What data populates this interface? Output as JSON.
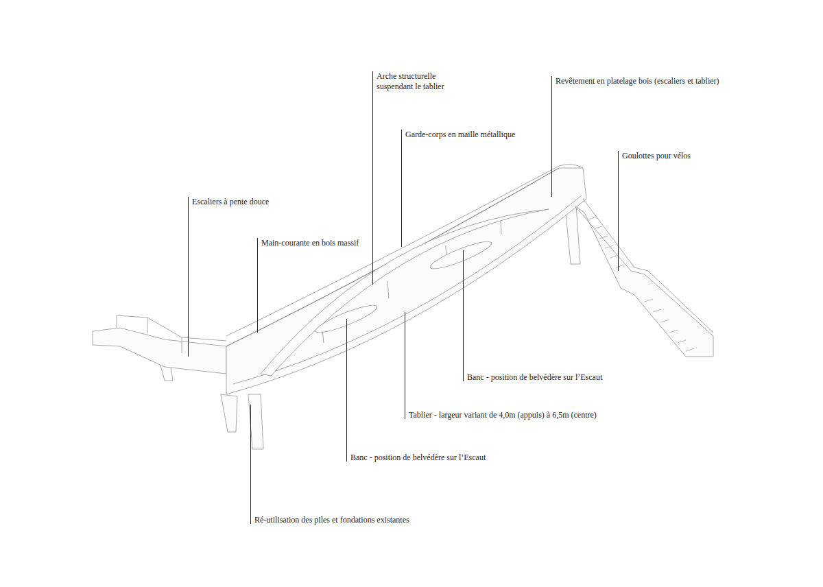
{
  "diagram": {
    "labels": [
      "Arche structurelle suspendant le tablier",
      "Revêtement en platelage bois (escaliers et tablier)",
      "Garde-corps en maille métallique",
      "Goulottes pour vélos",
      "Escaliers à pente douce",
      "Main-courante en bois massif",
      "Banc - position de belvédère sur l’Escaut",
      "Tablier - largeur variant de 4,0m (appuis) à 6,5m (centre)",
      "Banc - position de belvédère sur l’Escaut",
      "Ré-utilisation des piles et fondations existantes"
    ]
  }
}
